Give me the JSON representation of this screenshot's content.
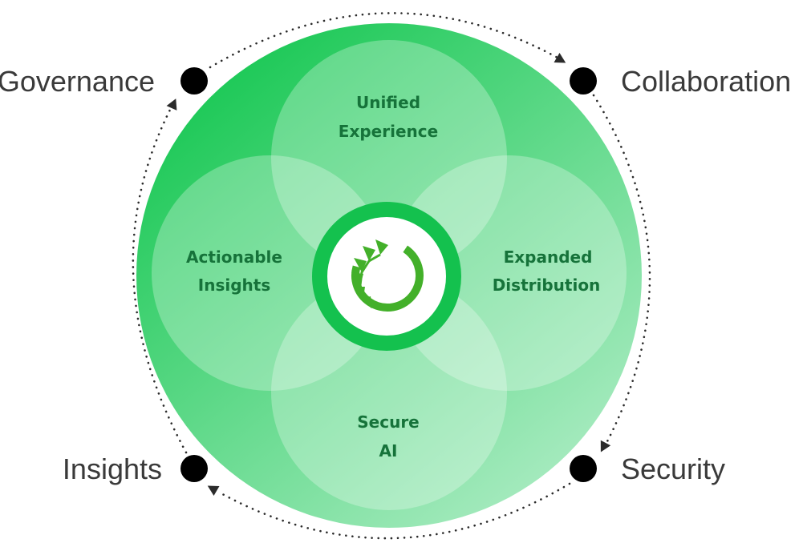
{
  "colors": {
    "big_circle_dark": "#1ec958",
    "big_circle_light": "#a9ebc1",
    "petal_fill": "#ffffff",
    "petal_label": "#16733a",
    "center_ring": "#14c14e",
    "logo_green": "#43b02a",
    "dot": "#000000",
    "corner_text": "#3a3a3a",
    "orbit": "#2b2b2b"
  },
  "petals": {
    "top": {
      "line1": "Unified",
      "line2": "Experience"
    },
    "left": {
      "line1": "Actionable",
      "line2": "Insights"
    },
    "right": {
      "line1": "Expanded",
      "line2": "Distribution"
    },
    "bottom": {
      "line1": "Secure",
      "line2": "AI"
    }
  },
  "corners": {
    "top_left": "Governance",
    "top_right": "Collaboration",
    "bottom_left": "Insights",
    "bottom_right": "Security"
  },
  "center_logo": {
    "icon": "anaconda-logo-icon"
  },
  "orbit": {
    "style": "dotted",
    "direction": "clockwise",
    "arrow_icon": "triangle-arrow-icon"
  }
}
